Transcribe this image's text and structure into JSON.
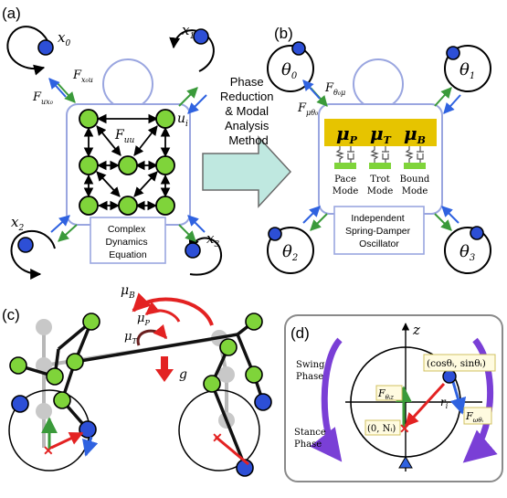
{
  "panel_a": {
    "label": "(a)",
    "eq_box_lines": [
      "Complex",
      "Dynamics",
      "Equation"
    ],
    "inner_label": "F",
    "inner_label_sub": "uu",
    "u_label": "u",
    "u_sub": "i",
    "osc_labels": [
      {
        "main": "x",
        "sub": "0"
      },
      {
        "main": "x",
        "sub": "1"
      },
      {
        "main": "x",
        "sub": "2"
      },
      {
        "main": "x",
        "sub": "3"
      }
    ],
    "force_left_label": "F",
    "force_left_sub": "ux₀",
    "force_top_label": "F",
    "force_top_sub": "x₀u"
  },
  "arrow_text_lines": [
    "Phase",
    "Reduction",
    "& Modal",
    "Analysis",
    "Method"
  ],
  "panel_b": {
    "label": "(b)",
    "mode_symbols": [
      {
        "main": "μ",
        "sub": "P"
      },
      {
        "main": "μ",
        "sub": "T"
      },
      {
        "main": "μ",
        "sub": "B"
      }
    ],
    "mode_names": [
      [
        "Pace",
        "Mode"
      ],
      [
        "Trot",
        "Mode"
      ],
      [
        "Bound",
        "Mode"
      ]
    ],
    "box_lines": [
      "Independent",
      "Spring-Damper",
      "Oscillator"
    ],
    "theta_labels": [
      {
        "main": "θ",
        "sub": "0"
      },
      {
        "main": "θ",
        "sub": "1"
      },
      {
        "main": "θ",
        "sub": "2"
      },
      {
        "main": "θ",
        "sub": "3"
      }
    ],
    "force_left_label": "F",
    "force_left_sub": "μθ₀",
    "force_top_label": "F",
    "force_top_sub": "θ₀μ"
  },
  "panel_c": {
    "label": "(c)",
    "mu_labels": [
      {
        "main": "μ",
        "sub": "B"
      },
      {
        "main": "μ",
        "sub": "P"
      },
      {
        "main": "μ",
        "sub": "T"
      }
    ],
    "gravity": "g"
  },
  "panel_d": {
    "label": "(d)",
    "axis_label": "z",
    "swing": [
      "Swing",
      "Phase"
    ],
    "stance": [
      "Stance",
      "Phase"
    ],
    "point_label": "(cosθᵢ, sinθᵢ)",
    "origin_label": "(0, Nᵢ)",
    "r_label": "r",
    "r_sub": "i",
    "f_up_label": "F",
    "f_up_sub": "θᵢz",
    "f_tan_label": "F",
    "f_tan_sub": "ωθᵢ"
  },
  "colors": {
    "node_green": "#7fd43a",
    "node_blue": "#2d4fd6",
    "box_border": "#9aa6e0",
    "arrow_green": "#3a9a3a",
    "arrow_blue": "#2f62e0",
    "red": "#e32222",
    "purple": "#7a3fd6",
    "gold": "#e6c400",
    "big_arrow": "#bfe8e0"
  }
}
